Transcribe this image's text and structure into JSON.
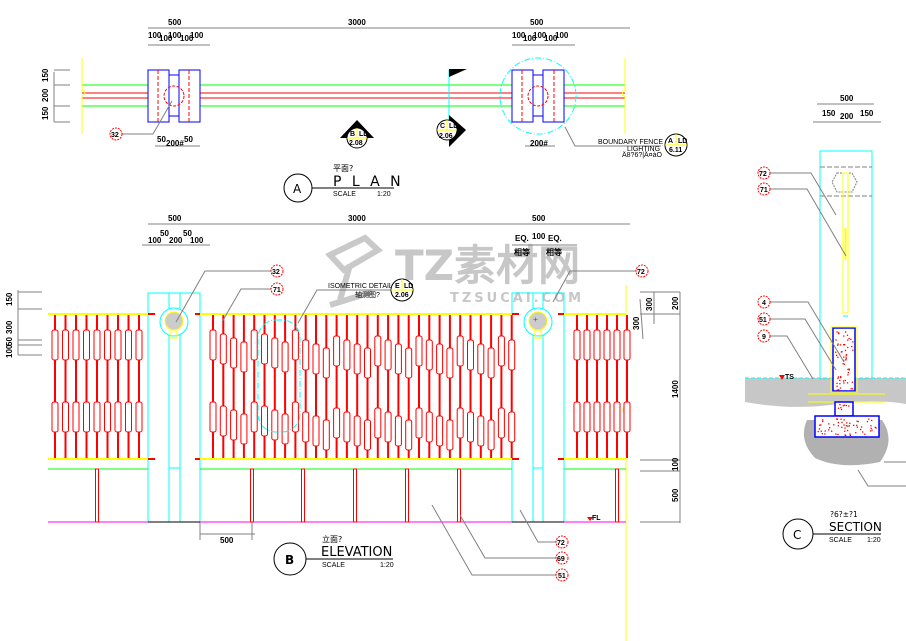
{
  "drawing": {
    "plan": {
      "title_cn": "平面?",
      "title": "P L A N",
      "scale_label": "SCALE",
      "scale_value": "1:20",
      "marker": "A",
      "dim_total_left": "500",
      "dim_span": "3000",
      "dim_total_right": "500",
      "dims_post_left": [
        "100",
        "100",
        "100",
        "100",
        "100"
      ],
      "dims_post_right": [
        "100",
        "100",
        "100",
        "100",
        "100"
      ],
      "dims_vertical": [
        "150",
        "200",
        "150"
      ],
      "dims_bottom_left": [
        "50",
        "200#",
        "50"
      ],
      "dims_bottom_right": "200#",
      "callout_32": "32",
      "section_b": {
        "letter": "B",
        "sheet": "LD",
        "ref": "2.08"
      },
      "section_c": {
        "letter": "C",
        "sheet": "LD",
        "ref": "2.06"
      },
      "boundary_note_1": "BOUNDARY FENCE",
      "boundary_note_2": "LIGHTING",
      "boundary_note_3": "Ä8?6?|Ä¤àO",
      "detail_a": {
        "letter": "A",
        "sheet": "LD",
        "ref": "6.11"
      }
    },
    "elevation": {
      "title_cn": "立面?",
      "title": "ELEVATION",
      "scale_label": "SCALE",
      "scale_value": "1:20",
      "marker": "B",
      "dim_total_left": "500",
      "dim_span": "3000",
      "dim_total_right": "500",
      "dims_post_left": [
        "100",
        "50",
        "200",
        "50",
        "100"
      ],
      "dims_post_right": [
        "EQ.",
        "100",
        "EQ."
      ],
      "dims_post_right_cn": [
        "相等",
        "相等"
      ],
      "dims_left_vertical": [
        "150",
        "300",
        "50",
        "100"
      ],
      "dims_right_vertical": [
        "300",
        "300",
        "200",
        "1400",
        "100",
        "500"
      ],
      "dim_bottom": "500",
      "isometric_note": "ISOMETRIC DETAIL",
      "isometric_note_cn": "轴测图?",
      "detail_e": {
        "letter": "E",
        "sheet": "LD",
        "ref": "2.06"
      },
      "fl_label": "FL",
      "callouts": [
        "32",
        "71",
        "72",
        "69",
        "51"
      ]
    },
    "section": {
      "title_cn": "?6?±?1",
      "title": "SECTION",
      "scale_label": "SCALE",
      "scale_value": "1:20",
      "marker": "C",
      "dim_total": "500",
      "dims": [
        "150",
        "200",
        "150"
      ],
      "ts_label": "TS",
      "callouts": [
        "72",
        "71",
        "4",
        "51",
        "9"
      ]
    },
    "watermark": {
      "brand": "TZ素材网",
      "url": "TZSUCAI.COM"
    }
  },
  "colors": {
    "post": "#00ffff",
    "picket": "#ff0000",
    "rail_top": "#ffff00",
    "rail_mid": "#00ff00",
    "ground": "#ff00ff",
    "plan_post": "#0000ff",
    "dim_line": "#808080"
  }
}
